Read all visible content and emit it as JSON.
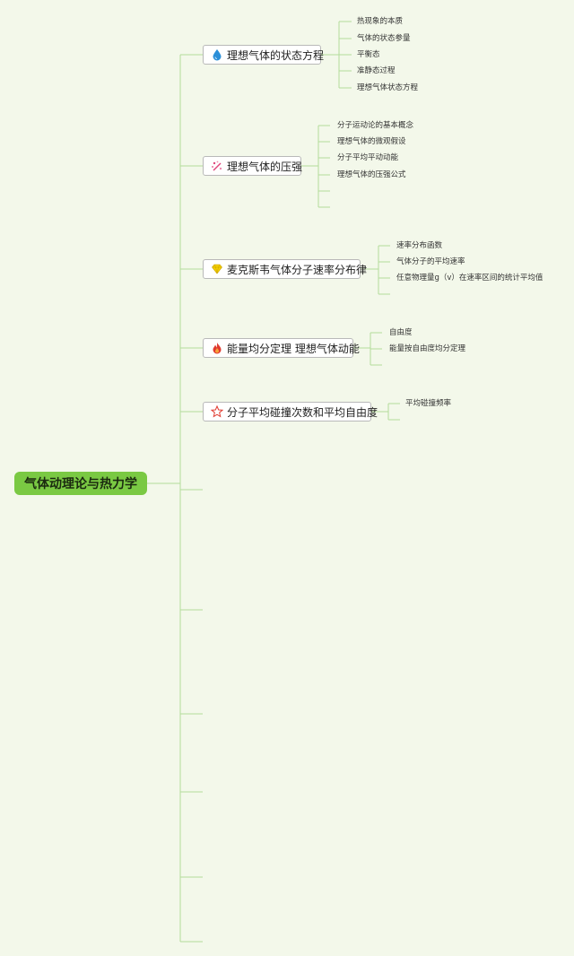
{
  "root": {
    "label": "气体动理论与热力学"
  },
  "branches": [
    {
      "label": "理想气体的状态方程",
      "icon": "water-drop-icon",
      "color": "#2a8fd8",
      "children": [
        "热现象的本质",
        "气体的状态参量",
        "平衡态",
        "准静态过程",
        "理想气体状态方程"
      ]
    },
    {
      "label": "理想气体的压强",
      "icon": "sparkle-icon",
      "color": "#e0457b",
      "children": [
        "分子运动论的基本概念",
        "理想气体的微观假设",
        "分子平均平动动能",
        "理想气体的压强公式"
      ]
    },
    {
      "label": "麦克斯韦气体分子速率分布律",
      "icon": "diamond-icon",
      "color": "#f2c200",
      "children": [
        "速率分布函数",
        "气体分子的平均速率",
        "任意物理量g（v）在速率区间的统计平均值"
      ]
    },
    {
      "label": "能量均分定理 理想气体动能",
      "icon": "flame-icon",
      "color": "#e03a2f",
      "children": [
        "自由度",
        "能量按自由度均分定理"
      ]
    },
    {
      "label": "分子平均碰撞次数和平均自由度",
      "icon": "star-icon",
      "color": "#e03a2f",
      "children": [
        "平均碰撞频率"
      ]
    }
  ],
  "colors": {
    "line": "#b3dc9a",
    "root_fill": "#7ac943",
    "background": "#f3f8ea"
  }
}
